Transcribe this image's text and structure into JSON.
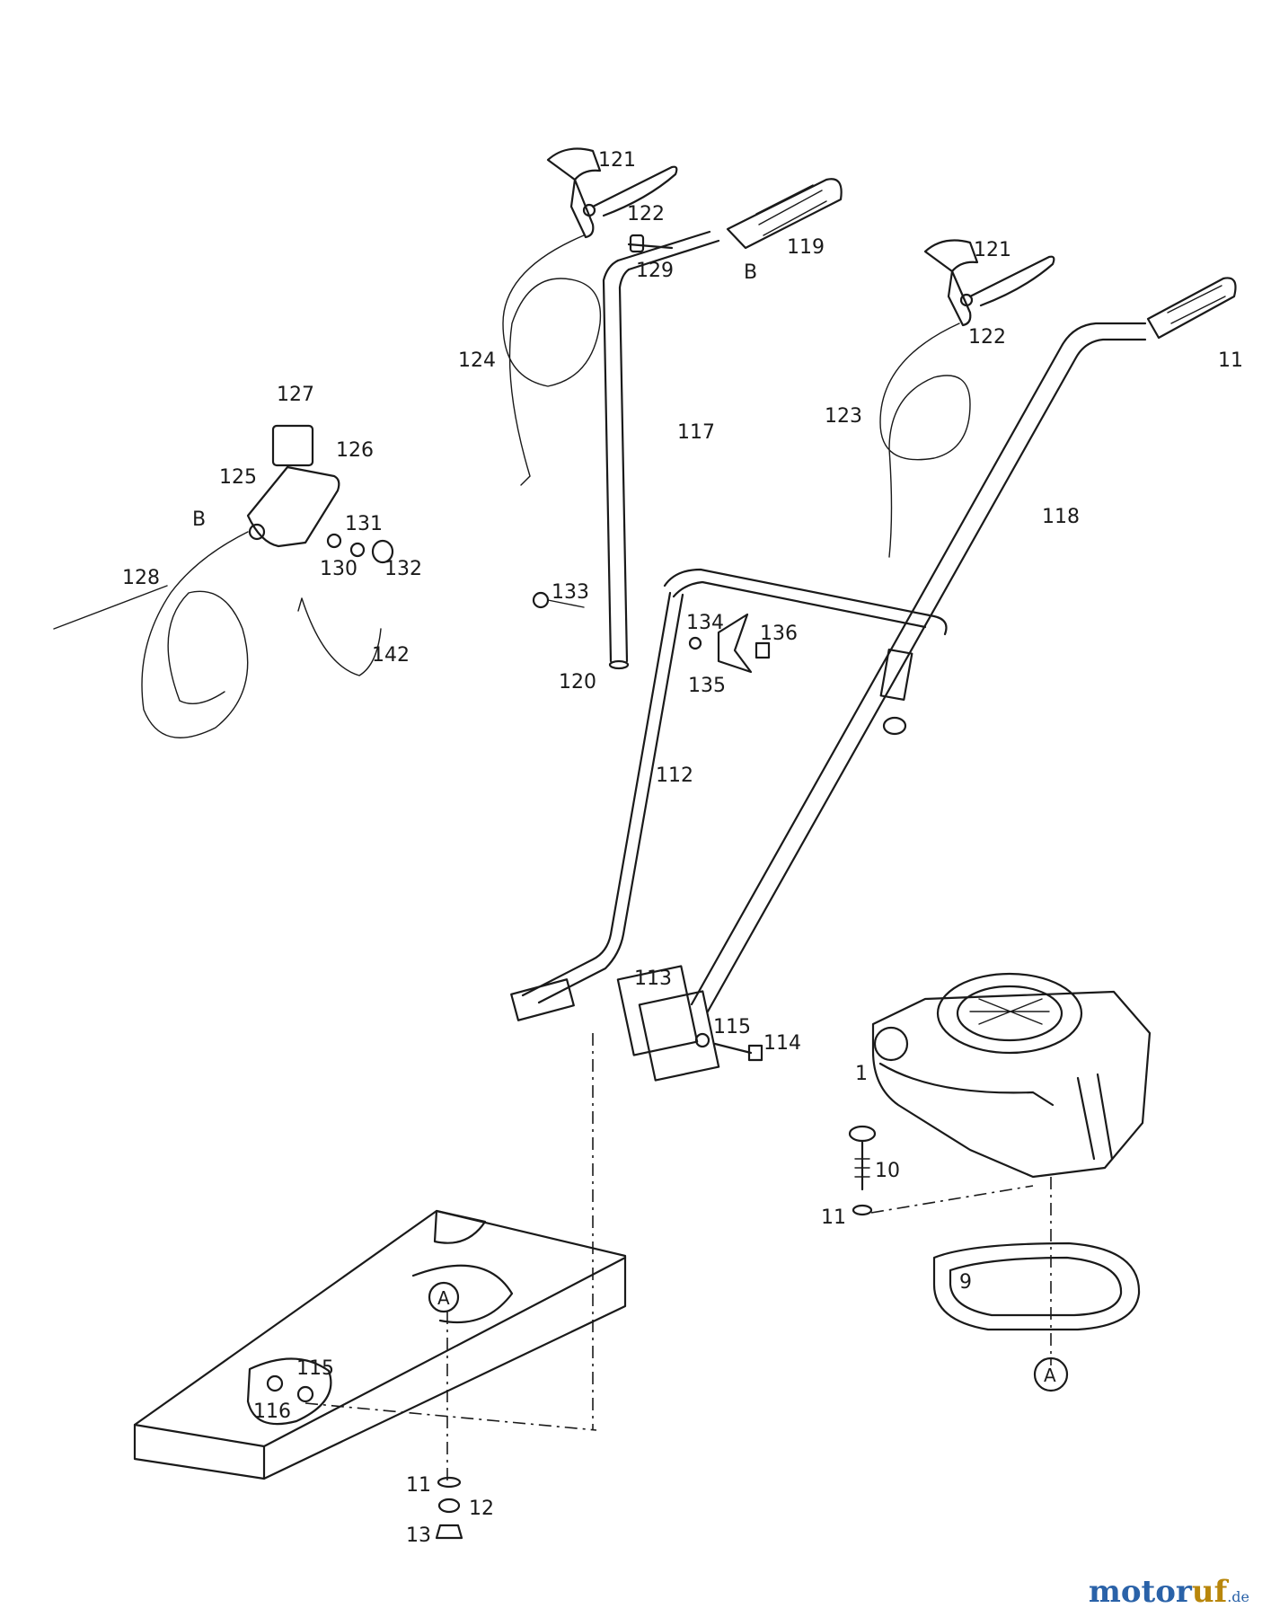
{
  "labels": {
    "l121a": "121",
    "l122a": "122",
    "l119": "119",
    "l129": "129",
    "lB1": "B",
    "l124": "124",
    "l117": "117",
    "l121b": "121",
    "l122b": "122",
    "l11top": "11",
    "l123": "123",
    "l118": "118",
    "l127": "127",
    "l126": "126",
    "l125": "125",
    "lB2": "B",
    "l131": "131",
    "l130": "130",
    "l132": "132",
    "l128": "128",
    "l142": "142",
    "l133": "133",
    "l134": "134",
    "l136": "136",
    "l120": "120",
    "l135": "135",
    "l112": "112",
    "l113": "113",
    "l115a": "115",
    "l114": "114",
    "l1": "1",
    "l10": "10",
    "l11mid": "11",
    "l9": "9",
    "lA2": "A",
    "lA1": "A",
    "l115b": "115",
    "l116": "116",
    "l11bot": "11",
    "l12": "12",
    "l13": "13"
  },
  "watermark": {
    "part1": "motor",
    "part2": "uf",
    "part3": ".de"
  }
}
